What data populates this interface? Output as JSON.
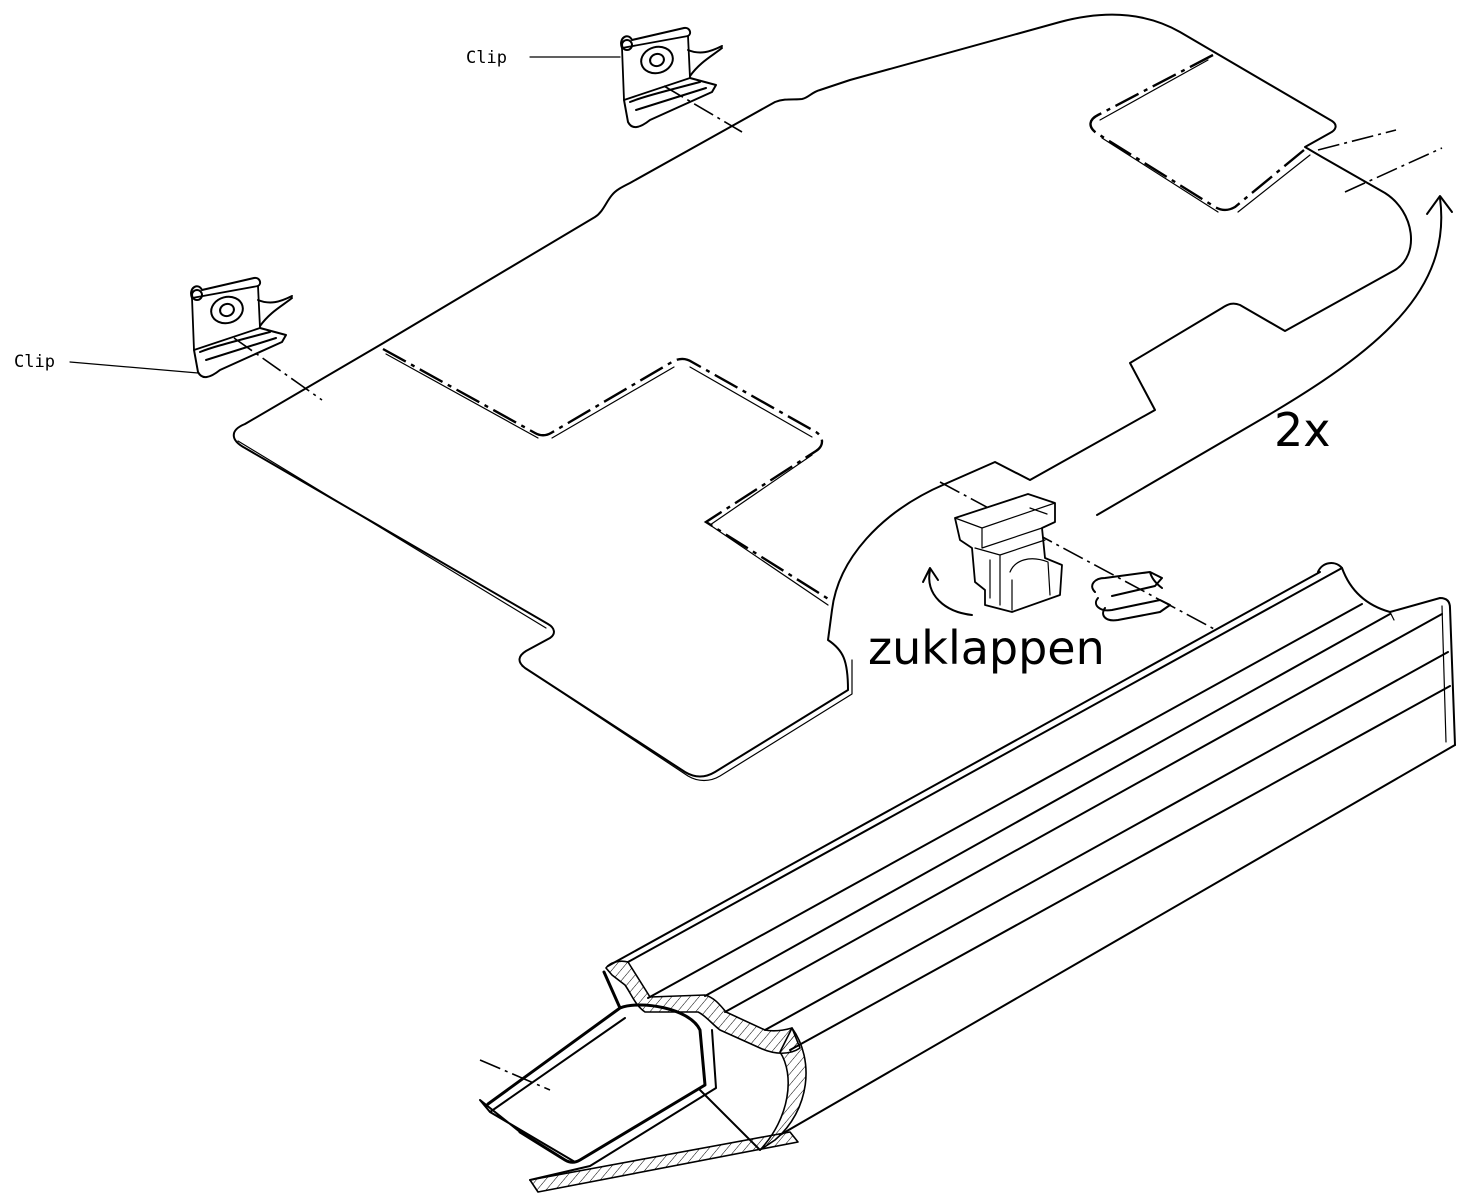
{
  "labels": {
    "clip_top": "Clip",
    "clip_left": "Clip",
    "quantity": "2x",
    "instruction": "zuklappen"
  },
  "colors": {
    "ink": "#000000",
    "paper": "#ffffff"
  }
}
